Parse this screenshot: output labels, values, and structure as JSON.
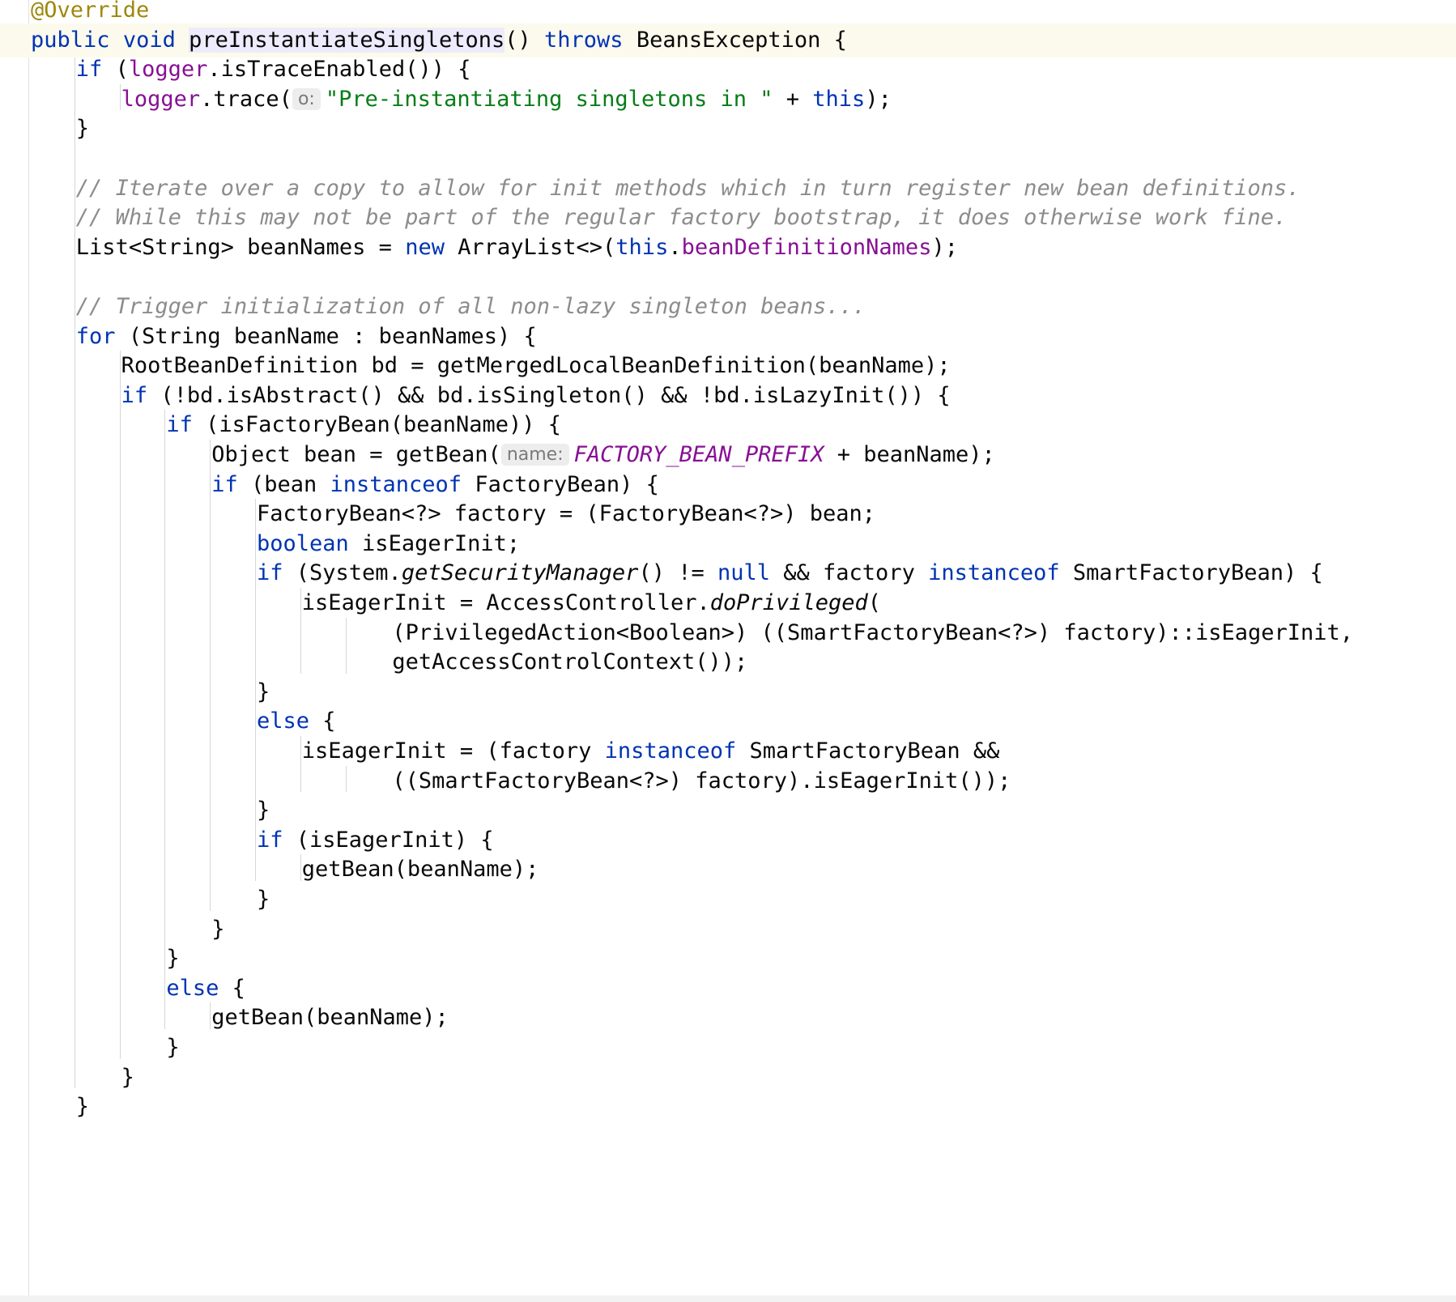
{
  "editor": {
    "language": "Java",
    "caret_line_index": 1,
    "lines": [
      {
        "indent": 0,
        "tokens": [
          {
            "t": "@Override",
            "c": "ann"
          }
        ]
      },
      {
        "indent": 0,
        "tokens": [
          {
            "t": "public",
            "c": "kw"
          },
          {
            "t": " "
          },
          {
            "t": "void",
            "c": "kw"
          },
          {
            "t": " "
          },
          {
            "t": "preInstantiateSingletons",
            "c": "decl"
          },
          {
            "t": "() "
          },
          {
            "t": "throws",
            "c": "kw"
          },
          {
            "t": " BeansException {"
          }
        ]
      },
      {
        "indent": 1,
        "tokens": [
          {
            "t": "if",
            "c": "kw"
          },
          {
            "t": " ("
          },
          {
            "t": "logger",
            "c": "fld"
          },
          {
            "t": ".isTraceEnabled()) {"
          }
        ]
      },
      {
        "indent": 2,
        "tokens": [
          {
            "t": "logger",
            "c": "fld"
          },
          {
            "t": ".trace("
          },
          {
            "hint": "o:"
          },
          {
            "t": "\"Pre-instantiating singletons in \"",
            "c": "str"
          },
          {
            "t": " + "
          },
          {
            "t": "this",
            "c": "kw"
          },
          {
            "t": ");"
          }
        ]
      },
      {
        "indent": 1,
        "tokens": [
          {
            "t": "}"
          }
        ]
      },
      {
        "indent": 0,
        "tokens": []
      },
      {
        "indent": 1,
        "tokens": [
          {
            "t": "// Iterate over a copy to allow for init methods which in turn register new bean definitions.",
            "c": "com"
          }
        ]
      },
      {
        "indent": 1,
        "tokens": [
          {
            "t": "// While this may not be part of the regular factory bootstrap, it does otherwise work fine.",
            "c": "com"
          }
        ]
      },
      {
        "indent": 1,
        "tokens": [
          {
            "t": "List<String> beanNames = "
          },
          {
            "t": "new",
            "c": "kw"
          },
          {
            "t": " ArrayList<>("
          },
          {
            "t": "this",
            "c": "kw"
          },
          {
            "t": "."
          },
          {
            "t": "beanDefinitionNames",
            "c": "fld"
          },
          {
            "t": ");"
          }
        ]
      },
      {
        "indent": 0,
        "tokens": []
      },
      {
        "indent": 1,
        "tokens": [
          {
            "t": "// Trigger initialization of all non-lazy singleton beans...",
            "c": "com"
          }
        ]
      },
      {
        "indent": 1,
        "tokens": [
          {
            "t": "for",
            "c": "kw"
          },
          {
            "t": " (String beanName : beanNames) {"
          }
        ]
      },
      {
        "indent": 2,
        "tokens": [
          {
            "t": "RootBeanDefinition bd = getMergedLocalBeanDefinition(beanName);"
          }
        ]
      },
      {
        "indent": 2,
        "tokens": [
          {
            "t": "if",
            "c": "kw"
          },
          {
            "t": " (!bd.isAbstract() && bd.isSingleton() && !bd.isLazyInit()) {"
          }
        ]
      },
      {
        "indent": 3,
        "tokens": [
          {
            "t": "if",
            "c": "kw"
          },
          {
            "t": " (isFactoryBean(beanName)) {"
          }
        ]
      },
      {
        "indent": 4,
        "tokens": [
          {
            "t": "Object bean = getBean("
          },
          {
            "hint": "name:"
          },
          {
            "t": "FACTORY_BEAN_PREFIX",
            "c": "const"
          },
          {
            "t": " + beanName);"
          }
        ]
      },
      {
        "indent": 4,
        "tokens": [
          {
            "t": "if",
            "c": "kw"
          },
          {
            "t": " (bean "
          },
          {
            "t": "instanceof",
            "c": "kw"
          },
          {
            "t": " FactoryBean) {"
          }
        ]
      },
      {
        "indent": 5,
        "tokens": [
          {
            "t": "FactoryBean<?> factory = (FactoryBean<?>) bean;"
          }
        ]
      },
      {
        "indent": 5,
        "tokens": [
          {
            "t": "boolean",
            "c": "kw"
          },
          {
            "t": " isEagerInit;"
          }
        ]
      },
      {
        "indent": 5,
        "tokens": [
          {
            "t": "if",
            "c": "kw"
          },
          {
            "t": " (System."
          },
          {
            "t": "getSecurityManager",
            "c": "it"
          },
          {
            "t": "() != "
          },
          {
            "t": "null",
            "c": "kw"
          },
          {
            "t": " && factory "
          },
          {
            "t": "instanceof",
            "c": "kw"
          },
          {
            "t": " SmartFactoryBean) {"
          }
        ]
      },
      {
        "indent": 6,
        "tokens": [
          {
            "t": "isEagerInit = AccessController."
          },
          {
            "t": "doPrivileged",
            "c": "it"
          },
          {
            "t": "("
          }
        ]
      },
      {
        "indent": 8,
        "tokens": [
          {
            "t": "(PrivilegedAction<Boolean>) ((SmartFactoryBean<?>) factory)::isEagerInit,"
          }
        ]
      },
      {
        "indent": 8,
        "tokens": [
          {
            "t": "getAccessControlContext());"
          }
        ]
      },
      {
        "indent": 5,
        "tokens": [
          {
            "t": "}"
          }
        ]
      },
      {
        "indent": 5,
        "tokens": [
          {
            "t": "else",
            "c": "kw"
          },
          {
            "t": " {"
          }
        ]
      },
      {
        "indent": 6,
        "tokens": [
          {
            "t": "isEagerInit = (factory "
          },
          {
            "t": "instanceof",
            "c": "kw"
          },
          {
            "t": " SmartFactoryBean &&"
          }
        ]
      },
      {
        "indent": 8,
        "tokens": [
          {
            "t": "((SmartFactoryBean<?>) factory).isEagerInit());"
          }
        ]
      },
      {
        "indent": 5,
        "tokens": [
          {
            "t": "}"
          }
        ]
      },
      {
        "indent": 5,
        "tokens": [
          {
            "t": "if",
            "c": "kw"
          },
          {
            "t": " (isEagerInit) {"
          }
        ]
      },
      {
        "indent": 6,
        "tokens": [
          {
            "t": "getBean(beanName);"
          }
        ]
      },
      {
        "indent": 5,
        "tokens": [
          {
            "t": "}"
          }
        ]
      },
      {
        "indent": 4,
        "tokens": [
          {
            "t": "}"
          }
        ]
      },
      {
        "indent": 3,
        "tokens": [
          {
            "t": "}"
          }
        ]
      },
      {
        "indent": 3,
        "tokens": [
          {
            "t": "else",
            "c": "kw"
          },
          {
            "t": " {"
          }
        ]
      },
      {
        "indent": 4,
        "tokens": [
          {
            "t": "getBean(beanName);"
          }
        ]
      },
      {
        "indent": 3,
        "tokens": [
          {
            "t": "}"
          }
        ]
      },
      {
        "indent": 2,
        "tokens": [
          {
            "t": "}"
          }
        ]
      },
      {
        "indent": 1,
        "tokens": [
          {
            "t": "}"
          }
        ]
      }
    ],
    "guides": [
      {
        "level": 1,
        "from": 2,
        "to": 36
      },
      {
        "level": 2,
        "from": 3,
        "to": 3
      },
      {
        "level": 2,
        "from": 12,
        "to": 35
      },
      {
        "level": 3,
        "from": 14,
        "to": 34
      },
      {
        "level": 4,
        "from": 15,
        "to": 30
      },
      {
        "level": 4,
        "from": 34,
        "to": 34
      },
      {
        "level": 5,
        "from": 17,
        "to": 29
      },
      {
        "level": 6,
        "from": 20,
        "to": 22
      },
      {
        "level": 7,
        "from": 21,
        "to": 22
      },
      {
        "level": 6,
        "from": 25,
        "to": 26
      },
      {
        "level": 7,
        "from": 26,
        "to": 26
      },
      {
        "level": 6,
        "from": 29,
        "to": 29
      }
    ]
  }
}
